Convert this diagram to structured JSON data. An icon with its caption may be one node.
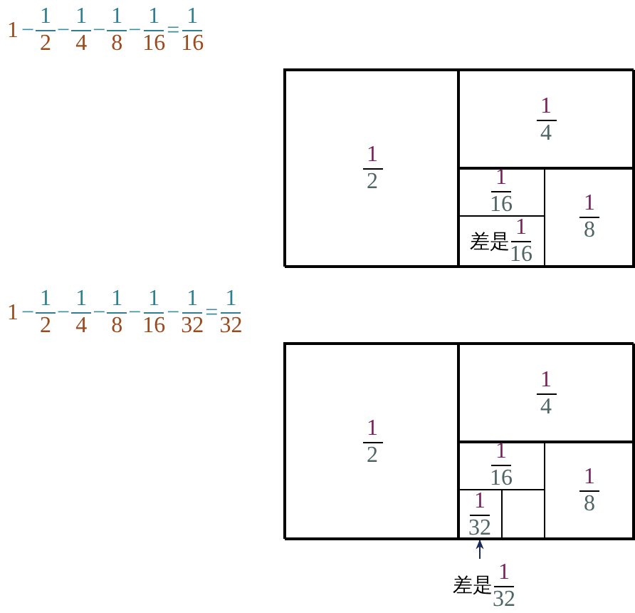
{
  "diagram": {
    "nodes": [
      {
        "text": [],
        "shape": "box"
      },
      {
        "text": [
          "1",
          "2"
        ],
        "in": 0
      },
      {
        "text": [
          "1",
          "4"
        ],
        "in": 0
      },
      {
        "text": [
          "1",
          "16"
        ],
        "in": 0
      },
      {
        "text": [
          "1",
          "8"
        ],
        "in": 0
      },
      {
        "text": [
          "差是",
          "1",
          "16"
        ],
        "in": 0
      },
      {
        "text": [],
        "shape": "box"
      },
      {
        "text": [
          "1",
          "2"
        ],
        "in": 6
      },
      {
        "text": [
          "1",
          "4"
        ],
        "in": 6
      },
      {
        "text": [
          "1",
          "16"
        ],
        "in": 6
      },
      {
        "text": [
          "1",
          "8"
        ],
        "in": 6
      },
      {
        "text": [
          "1",
          "32"
        ],
        "in": 6
      },
      {
        "text": [],
        "shape": "box",
        "in": 6
      },
      {
        "text": [
          "差是",
          "1",
          "32"
        ]
      }
    ],
    "edges": [
      {
        "from": 13,
        "to": 11,
        "arrow": "to"
      }
    ],
    "labels": [
      "1",
      "−",
      "1",
      "2",
      "−",
      "1",
      "4",
      "−",
      "1",
      "8",
      "−",
      "1",
      "16",
      "=",
      "1",
      "16",
      "1",
      "−",
      "1",
      "2",
      "−",
      "1",
      "4",
      "−",
      "1",
      "8",
      "−",
      "1",
      "16",
      "−",
      "1",
      "32",
      "=",
      "1",
      "32"
    ]
  }
}
